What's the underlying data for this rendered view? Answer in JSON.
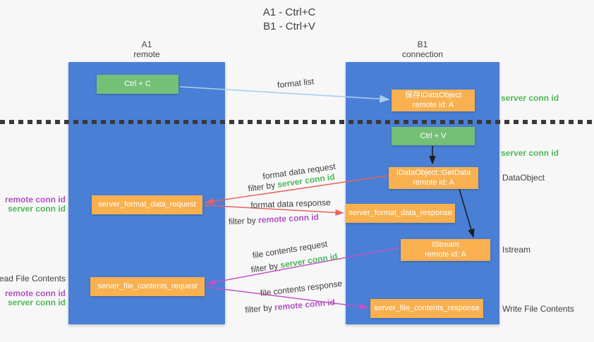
{
  "title": {
    "line1": "A1 - Ctrl+C",
    "line2": "B1 - Ctrl+V"
  },
  "columns": {
    "left": {
      "name": "A1",
      "subtitle": "remote"
    },
    "right": {
      "name": "B1",
      "subtitle": "connection"
    }
  },
  "nodes": {
    "ctrl_c": "Ctrl + C",
    "ctrl_v": "Ctrl + V",
    "save_dataobject": {
      "line1": "保存IDataObject",
      "line2": "remote id: A"
    },
    "getdata": {
      "line1": "IDataObject::GetData",
      "line2": "remote id: A"
    },
    "istream": {
      "line1": "IStream",
      "line2": "remote id: A"
    },
    "format_request": "server_format_data_request",
    "format_response": "server_format_data_response",
    "file_request": "server_file_contents_request",
    "file_response": "server_file_contents_response"
  },
  "arrows": {
    "format_list": {
      "label": "format list"
    },
    "format_data_request": {
      "label": "format data request",
      "filter_prefix": "filter by ",
      "filter_key": "server conn id"
    },
    "format_data_response": {
      "label": "format data response",
      "filter_prefix": "filter by ",
      "filter_key": "remote conn id"
    },
    "file_contents_request": {
      "label": "file contents request",
      "filter_prefix": "filter by ",
      "filter_key": "server conn id"
    },
    "file_contents_response": {
      "label": "file contents response",
      "filter_prefix": "filter by ",
      "filter_key": "remote conn id"
    }
  },
  "annotations": {
    "right": {
      "server_conn_id_top": "server conn id",
      "server_conn_id_mid": "server conn id",
      "dataobject": "DataObject",
      "istream": "Istream",
      "write_file_contents": "Write File Contents"
    },
    "left": {
      "top_remote": "remote conn id",
      "top_server": "server conn id",
      "read_file_contents": "Read File Contents",
      "bottom_remote": "remote conn id",
      "bottom_server": "server conn id"
    }
  },
  "colors": {
    "column_blue": "#4a7fd6",
    "box_orange": "#f9b04f",
    "box_green": "#74c077",
    "text_green": "#4db858",
    "text_purple": "#b052c0",
    "arrow_red": "#e8625d",
    "arrow_magenta": "#c153c6",
    "arrow_light_blue": "#a8cfec",
    "arrow_black": "#1f1f1f"
  }
}
